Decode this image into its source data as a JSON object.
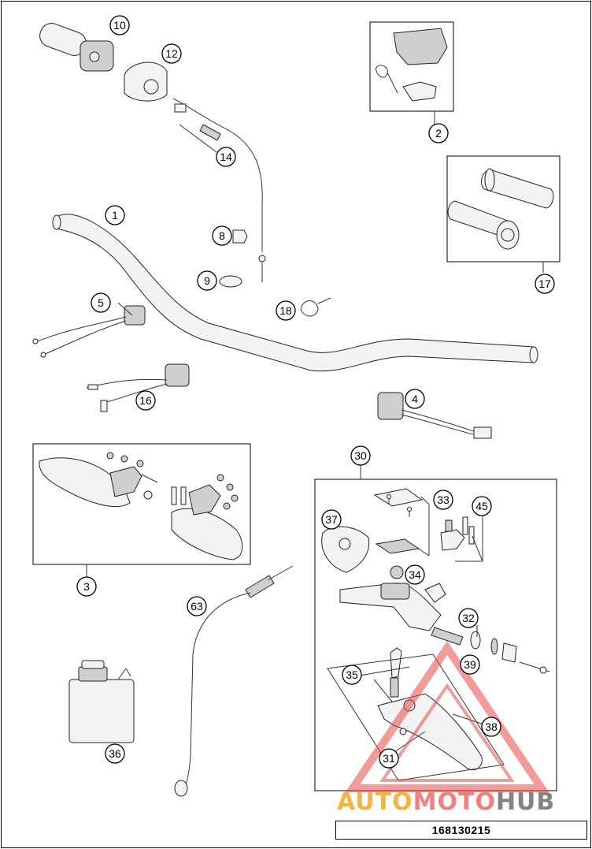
{
  "drawing_number": "168130215",
  "watermark": {
    "part1": "AUTO",
    "part2": "MOTO",
    "part3": "HUB"
  },
  "callouts": [
    "1",
    "2",
    "3",
    "4",
    "5",
    "8",
    "9",
    "10",
    "12",
    "14",
    "16",
    "17",
    "18",
    "30",
    "31",
    "32",
    "33",
    "34",
    "35",
    "36",
    "37",
    "38",
    "39",
    "45",
    "63"
  ]
}
